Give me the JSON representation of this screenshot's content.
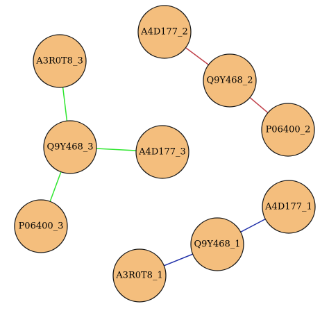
{
  "network": {
    "nodes": [
      {
        "id": "A4D177_2",
        "label": "A4D177_2"
      },
      {
        "id": "Q9Y468_2",
        "label": "Q9Y468_2"
      },
      {
        "id": "P06400_2",
        "label": "P06400_2"
      },
      {
        "id": "A3R0T8_3",
        "label": "A3R0T8_3"
      },
      {
        "id": "Q9Y468_3",
        "label": "Q9Y468_3"
      },
      {
        "id": "A4D177_3",
        "label": "A4D177_3"
      },
      {
        "id": "P06400_3",
        "label": "P06400_3"
      },
      {
        "id": "A4D177_1",
        "label": "A4D177_1"
      },
      {
        "id": "Q9Y468_1",
        "label": "Q9Y468_1"
      },
      {
        "id": "A3R0T8_1",
        "label": "A3R0T8_1"
      }
    ],
    "edges": [
      {
        "source": "A4D177_2",
        "target": "Q9Y468_2",
        "color": "#c0404a"
      },
      {
        "source": "Q9Y468_2",
        "target": "P06400_2",
        "color": "#c0404a"
      },
      {
        "source": "A3R0T8_3",
        "target": "Q9Y468_3",
        "color": "#2ee62e"
      },
      {
        "source": "Q9Y468_3",
        "target": "A4D177_3",
        "color": "#2ee62e"
      },
      {
        "source": "Q9Y468_3",
        "target": "P06400_3",
        "color": "#2ee62e"
      },
      {
        "source": "A4D177_1",
        "target": "Q9Y468_1",
        "color": "#1f2fa8"
      },
      {
        "source": "Q9Y468_1",
        "target": "A3R0T8_1",
        "color": "#1f2fa8"
      }
    ],
    "node_color": "#f4be7d"
  }
}
